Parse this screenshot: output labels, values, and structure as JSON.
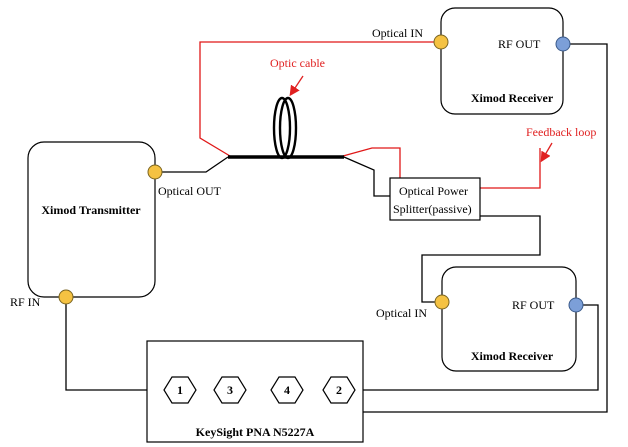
{
  "colors": {
    "wire": "#000000",
    "fiber": "#e01818",
    "optical_port": "#f5c242",
    "rf_port": "#7c9fd8",
    "annotation": "#e02020"
  },
  "ports": {
    "optical_port_icon": "yellow-circle",
    "rf_port_icon": "blue-circle"
  },
  "transmitter": {
    "title": "Ximod Transmitter",
    "optical_out_label": "Optical OUT",
    "rf_in_label": "RF IN"
  },
  "receiver_top": {
    "title": "Ximod Receiver",
    "optical_in_label": "Optical IN",
    "rf_out_label": "RF OUT"
  },
  "receiver_bottom": {
    "title": "Ximod Receiver",
    "optical_in_label": "Optical IN",
    "rf_out_label": "RF OUT"
  },
  "splitter": {
    "line1": "Optical Power",
    "line2": "Splitter(passive)"
  },
  "annotations": {
    "optic_cable": "Optic cable",
    "feedback_loop": "Feedback loop"
  },
  "pna": {
    "title": "KeySight PNA N5227A",
    "ports": [
      "1",
      "3",
      "4",
      "2"
    ]
  }
}
